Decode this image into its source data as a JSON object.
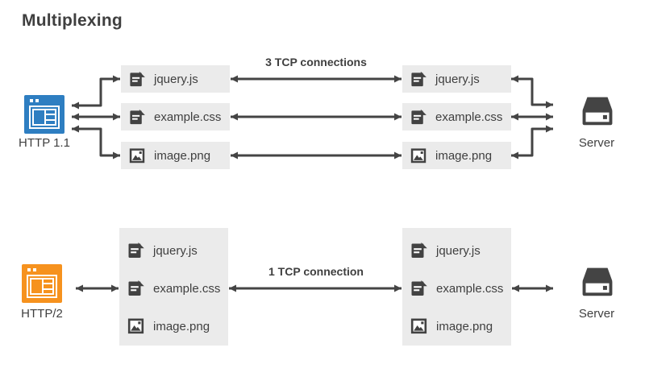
{
  "title": "Multiplexing",
  "colors": {
    "blue_accent": "#2E7EC1",
    "orange_accent": "#F6921E",
    "dark": "#444444",
    "box_bg": "#EBEBEB",
    "text": "#3F3F3F"
  },
  "top": {
    "client": {
      "label": "HTTP 1.1",
      "icon": "browser-icon",
      "accent": "blue_accent"
    },
    "server": {
      "label": "Server",
      "icon": "server-icon"
    },
    "connection_label": "3 TCP connections",
    "left_files": [
      {
        "name": "jquery.js",
        "icon": "file-text-icon"
      },
      {
        "name": "example.css",
        "icon": "file-text-icon"
      },
      {
        "name": "image.png",
        "icon": "file-image-icon"
      }
    ],
    "right_files": [
      {
        "name": "jquery.js",
        "icon": "file-text-icon"
      },
      {
        "name": "example.css",
        "icon": "file-text-icon"
      },
      {
        "name": "image.png",
        "icon": "file-image-icon"
      }
    ]
  },
  "bottom": {
    "client": {
      "label": "HTTP/2",
      "icon": "browser-icon",
      "accent": "orange_accent"
    },
    "server": {
      "label": "Server",
      "icon": "server-icon"
    },
    "connection_label": "1 TCP connection",
    "left_files": [
      {
        "name": "jquery.js",
        "icon": "file-text-icon"
      },
      {
        "name": "example.css",
        "icon": "file-text-icon"
      },
      {
        "name": "image.png",
        "icon": "file-image-icon"
      }
    ],
    "right_files": [
      {
        "name": "jquery.js",
        "icon": "file-text-icon"
      },
      {
        "name": "example.css",
        "icon": "file-text-icon"
      },
      {
        "name": "image.png",
        "icon": "file-image-icon"
      }
    ]
  }
}
